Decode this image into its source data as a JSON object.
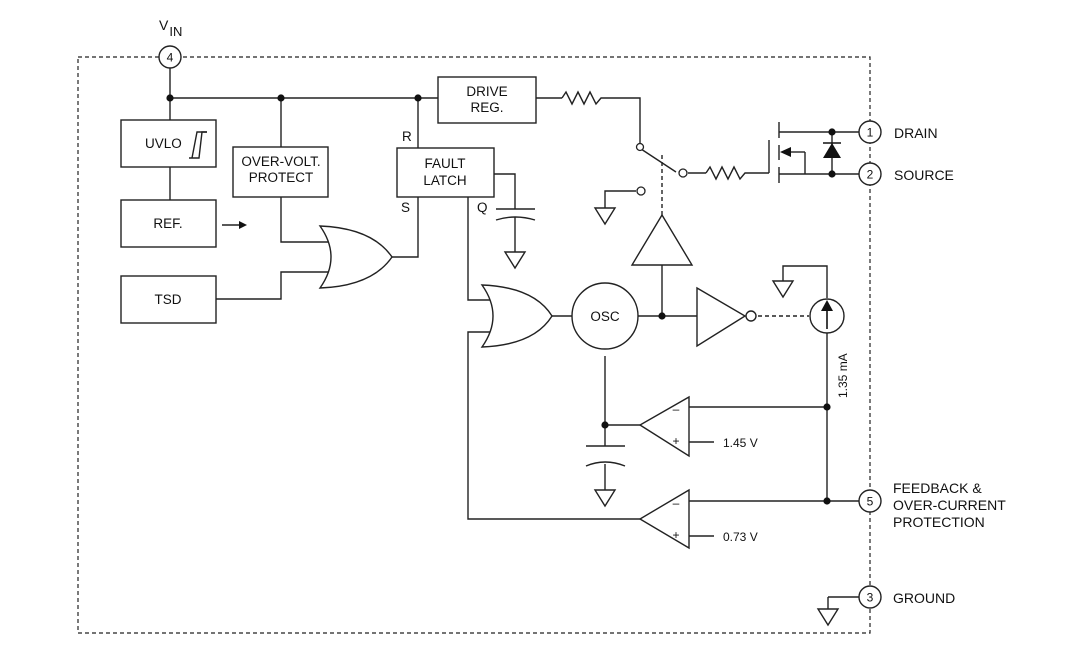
{
  "vin": {
    "main": "V",
    "sub": "IN"
  },
  "pins": {
    "p1": {
      "num": "1",
      "label": "DRAIN"
    },
    "p2": {
      "num": "2",
      "label": "SOURCE"
    },
    "p3": {
      "num": "3",
      "label": "GROUND"
    },
    "p4": {
      "num": "4"
    },
    "p5": {
      "num": "5",
      "label_lines": [
        "FEEDBACK &",
        "OVER-CURRENT",
        "PROTECTION"
      ]
    }
  },
  "blocks": {
    "uvlo": "UVLO",
    "ref": "REF.",
    "tsd": "TSD",
    "ovp": [
      "OVER-VOLT.",
      "PROTECT"
    ],
    "drive": [
      "DRIVE",
      "REG."
    ],
    "latch": [
      "FAULT",
      "LATCH"
    ],
    "osc": "OSC"
  },
  "latch_pins": {
    "r": "R",
    "s": "S",
    "q": "Q"
  },
  "comparators": {
    "top": {
      "minus": "–",
      "plus": "+",
      "ref": "1.45 V"
    },
    "bottom": {
      "minus": "–",
      "plus": "+",
      "ref": "0.73 V"
    }
  },
  "current_source": "1.35 mA"
}
